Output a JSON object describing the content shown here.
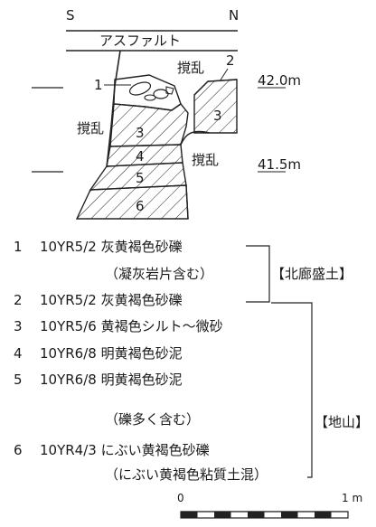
{
  "section": {
    "orientation": {
      "south": "S",
      "north": "N"
    },
    "surface_label": "アスファルト",
    "disturbance_label": "撹乱",
    "layer_labels": [
      "1",
      "2",
      "3",
      "3",
      "4",
      "5",
      "6"
    ],
    "elevations": [
      "42.0m",
      "41.5m"
    ]
  },
  "legend": {
    "rows": [
      {
        "num": "1",
        "text": "10YR5/2 灰黄褐色砂礫"
      },
      {
        "num": "",
        "text": "（凝灰岩片含む）"
      },
      {
        "num": "2",
        "text": "10YR5/2 灰黄褐色砂礫"
      },
      {
        "num": "3",
        "text": "10YR5/6 黄褐色シルト～微砂"
      },
      {
        "num": "4",
        "text": "10YR6/8 明黄褐色砂泥"
      },
      {
        "num": "5",
        "text": "10YR6/8 明黄褐色砂泥"
      },
      {
        "num": "",
        "text": "（礫多く含む）"
      },
      {
        "num": "6",
        "text": "10YR4/3 にぶい黄褐色砂礫"
      },
      {
        "num": "",
        "text": "（にぶい黄褐色粘質土混）"
      }
    ],
    "groups": [
      "【北廊盛土】",
      "【地山】"
    ]
  },
  "scale": {
    "zero": "0",
    "max": "1 m"
  }
}
